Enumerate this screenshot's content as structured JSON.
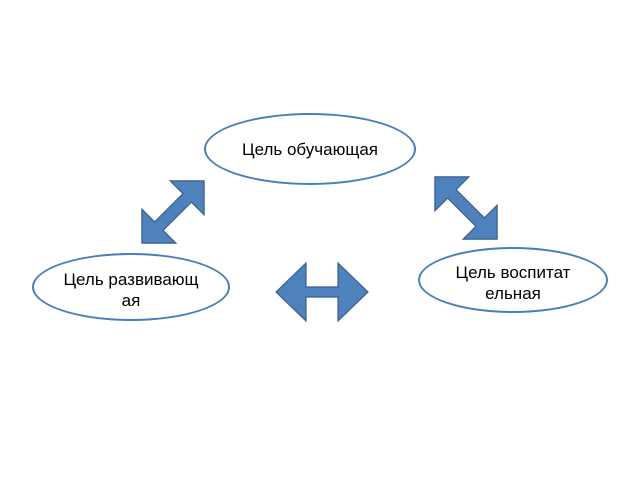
{
  "nodes": {
    "top": {
      "label": "Цель обучающая"
    },
    "left": {
      "label": "Цель развивающая"
    },
    "right": {
      "label": "Цель воспитательная"
    }
  },
  "colors": {
    "arrow_fill": "#4f81bd",
    "arrow_stroke": "#385d8a",
    "ellipse_border": "#4a7ebb"
  }
}
